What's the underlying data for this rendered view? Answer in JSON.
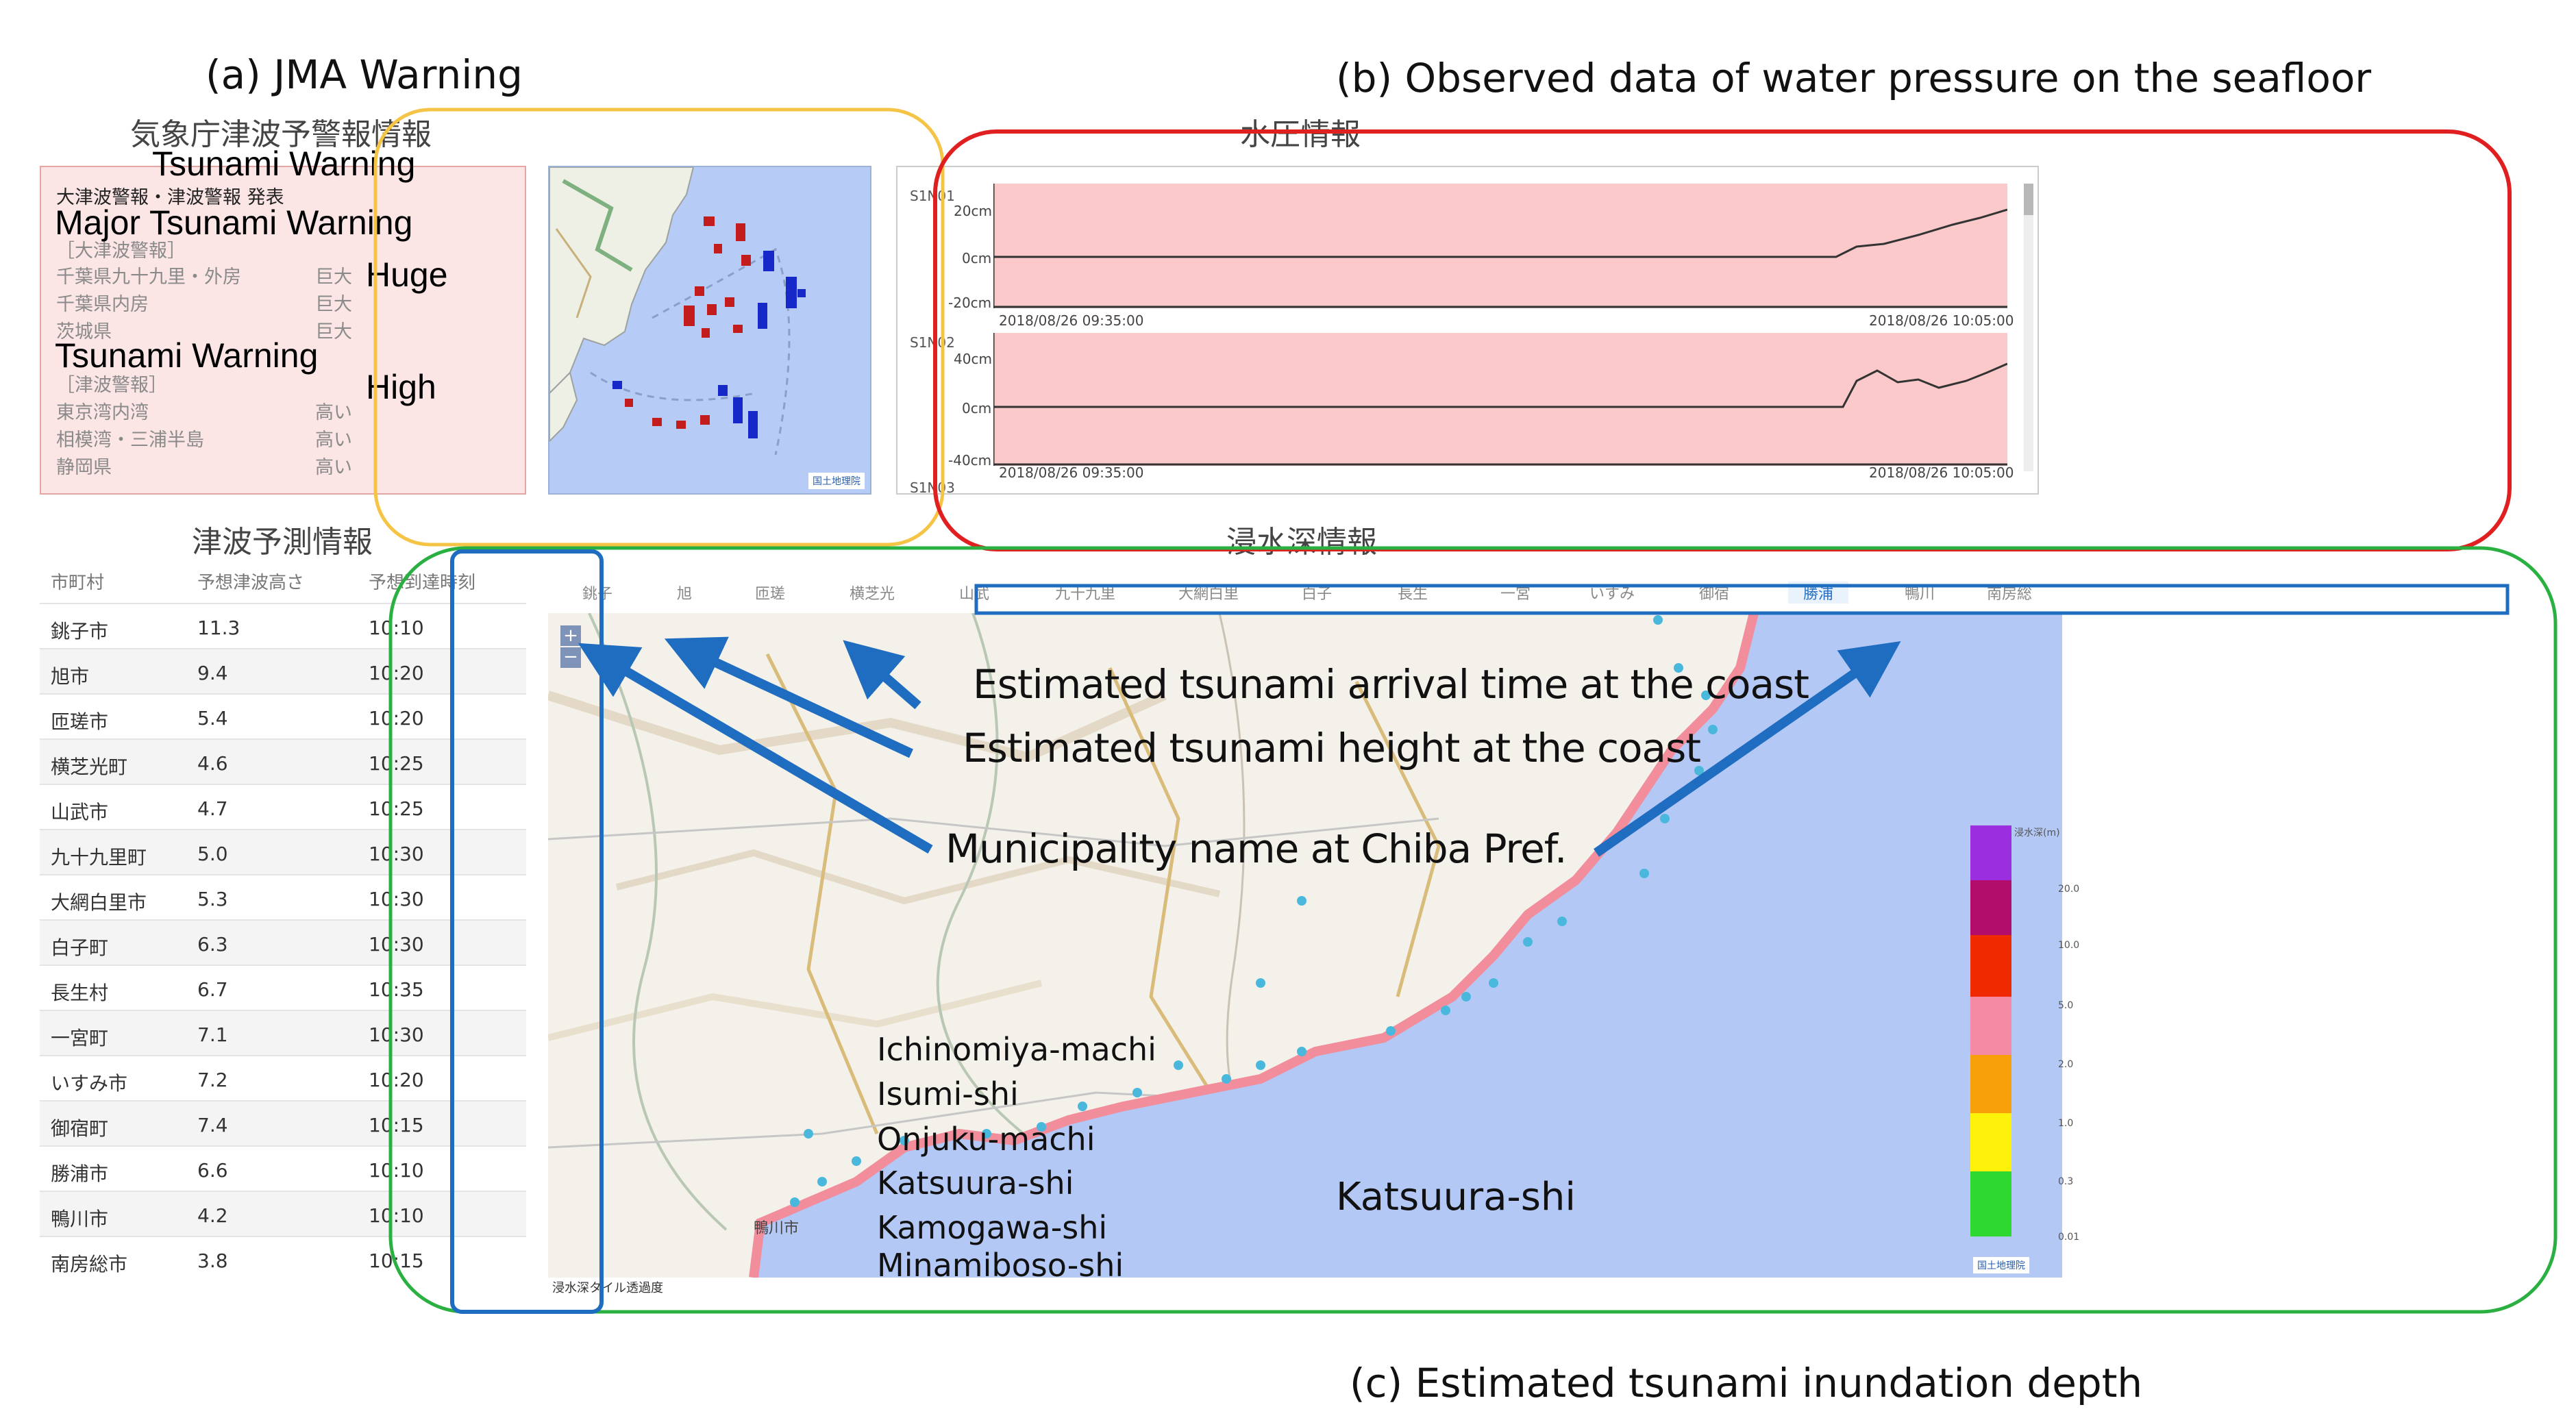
{
  "captions": {
    "a": "(a) JMA Warning",
    "b": "(b) Observed data of water pressure on the seafloor",
    "c": "(c) Estimated tsunami inundation depth"
  },
  "headers_jp": {
    "warning": "気象庁津波予警報情報",
    "pressure": "水圧情報",
    "forecast": "津波予測情報",
    "inundation": "浸水深情報"
  },
  "overlay_en": {
    "tsunami_warning_top": "Tsunami Warning",
    "major": "Major Tsunami Warning",
    "huge": "Huge",
    "tsunami_warning": "Tsunami Warning",
    "high": "High"
  },
  "warning_panel": {
    "heading": "大津波警報・津波警報 発表",
    "major_section": "［大津波警報］",
    "major_rows": [
      {
        "area": "千葉県九十九里・外房",
        "level": "巨大"
      },
      {
        "area": "千葉県内房",
        "level": "巨大"
      },
      {
        "area": "茨城県",
        "level": "巨大"
      }
    ],
    "warn_section": "［津波警報］",
    "warn_rows": [
      {
        "area": "東京湾内湾",
        "level": "高い"
      },
      {
        "area": "相模湾・三浦半島",
        "level": "高い"
      },
      {
        "area": "静岡県",
        "level": "高い"
      }
    ]
  },
  "mini_map": {
    "attribution": "国土地理院"
  },
  "pressure": {
    "stations": [
      "S1N01",
      "S1N02",
      "S1N03"
    ],
    "plot1_ticks": [
      "20cm",
      "0cm",
      "-20cm"
    ],
    "plot2_ticks": [
      "40cm",
      "0cm",
      "-40cm"
    ],
    "time_start": "2018/08/26 09:35:00",
    "time_end": "2018/08/26 10:05:00"
  },
  "forecast_table": {
    "columns": [
      "市町村",
      "予想津波高さ",
      "予想到達時刻"
    ],
    "rows": [
      {
        "city": "銚子市",
        "height": "11.3",
        "time": "10:10"
      },
      {
        "city": "旭市",
        "height": "9.4",
        "time": "10:20"
      },
      {
        "city": "匝瑳市",
        "height": "5.4",
        "time": "10:20"
      },
      {
        "city": "横芝光町",
        "height": "4.6",
        "time": "10:25"
      },
      {
        "city": "山武市",
        "height": "4.7",
        "time": "10:25"
      },
      {
        "city": "九十九里町",
        "height": "5.0",
        "time": "10:30"
      },
      {
        "city": "大網白里市",
        "height": "5.3",
        "time": "10:30"
      },
      {
        "city": "白子町",
        "height": "6.3",
        "time": "10:30"
      },
      {
        "city": "長生村",
        "height": "6.7",
        "time": "10:35"
      },
      {
        "city": "一宮町",
        "height": "7.1",
        "time": "10:30"
      },
      {
        "city": "いすみ市",
        "height": "7.2",
        "time": "10:20"
      },
      {
        "city": "御宿町",
        "height": "7.4",
        "time": "10:15"
      },
      {
        "city": "勝浦市",
        "height": "6.6",
        "time": "10:10"
      },
      {
        "city": "鴨川市",
        "height": "4.2",
        "time": "10:10"
      },
      {
        "city": "南房総市",
        "height": "3.8",
        "time": "10:15"
      }
    ]
  },
  "tabs": [
    "銚子",
    "旭",
    "匝瑳",
    "横芝光",
    "山武",
    "九十九里",
    "大網白里",
    "白子",
    "長生",
    "一宮",
    "いすみ",
    "御宿",
    "勝浦",
    "鴨川",
    "南房総"
  ],
  "annotations": {
    "arrival": "Estimated tsunami arrival time at the coast",
    "height": "Estimated tsunami height at the coast",
    "municipality": "Municipality name at Chiba Pref."
  },
  "municipalities": [
    "Ichinomiya-machi",
    "Isumi-shi",
    "Onjuku-machi",
    "Katsuura-shi",
    "Kamogawa-shi",
    "Minamiboso-shi"
  ],
  "katsuura_label": "Katsuura-shi",
  "map": {
    "footer": "浸水深タイル透過度",
    "attribution": "国土地理院",
    "city_label": "鴨川市",
    "legend_title": "浸水深(m)",
    "legend_labels": [
      "20.0",
      "10.0",
      "5.0",
      "2.0",
      "1.0",
      "0.3",
      "0.01"
    ]
  }
}
